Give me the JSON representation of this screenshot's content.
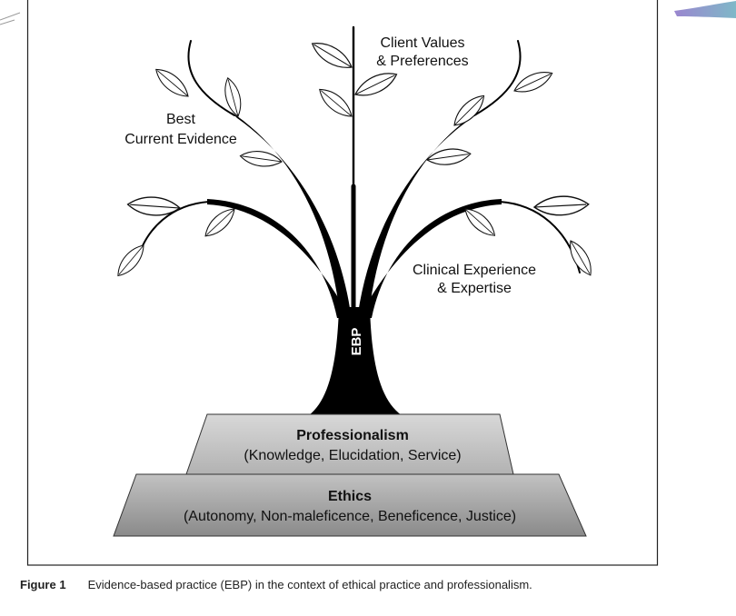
{
  "figure": {
    "tree": {
      "trunk_label": "EBP",
      "branches": {
        "client_values": {
          "line1": "Client Values",
          "line2": "& Preferences"
        },
        "best_evidence": {
          "line1": "Best",
          "line2": "Current Evidence"
        },
        "clinical_experience": {
          "line1": "Clinical Experience",
          "line2": "& Expertise"
        }
      }
    },
    "tiers": {
      "professionalism": {
        "title": "Professionalism",
        "subtitle": "(Knowledge, Elucidation, Service)"
      },
      "ethics": {
        "title": "Ethics",
        "subtitle": "(Autonomy, Non-maleficence, Beneficence, Justice)"
      }
    }
  },
  "caption": {
    "label": "Figure 1",
    "text": "Evidence-based practice (EBP) in the context of ethical practice and professionalism."
  },
  "colors": {
    "tree": "#000000",
    "professionalism_top": "#d8d8d8",
    "professionalism_bottom": "#b2b2b2",
    "ethics_top": "#c2c2c2",
    "ethics_bottom": "#8a8a8a",
    "corner_accent_a": "#9a86cf",
    "corner_accent_b": "#7fb8c8"
  }
}
